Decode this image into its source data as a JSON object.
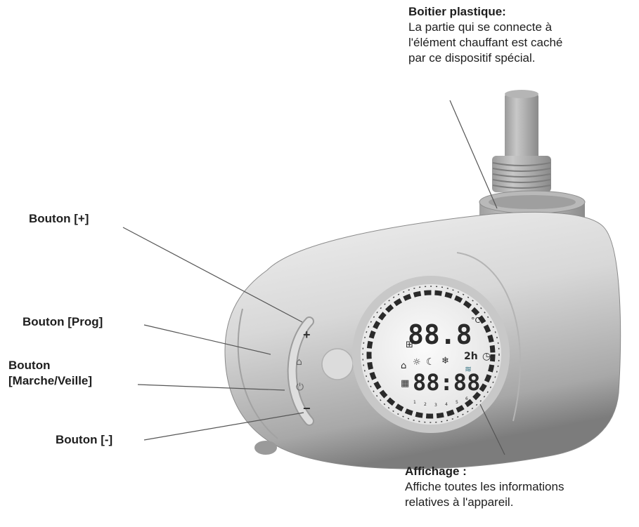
{
  "callouts": {
    "housing": {
      "title": "Boitier plastique:",
      "desc_lines": [
        "La partie qui se connecte à",
        "l'élément chauffant est caché",
        "par ce dispositif spécial."
      ]
    },
    "plus_button": {
      "label": "Bouton [+]"
    },
    "prog_button": {
      "label": "Bouton [Prog]"
    },
    "power_button": {
      "label_lines": [
        "Bouton",
        "[Marche/Veille]"
      ]
    },
    "minus_button": {
      "label": "Bouton [-]"
    },
    "display": {
      "title": "Affichage :",
      "desc_lines": [
        "Affiche toutes les informations",
        "relatives à l'appareil."
      ]
    }
  },
  "lcd": {
    "temperature": "88.8",
    "temp_unit": "°C",
    "time": "88:88",
    "mode_text": "2h",
    "icons": [
      "home-icon",
      "sun-icon",
      "moon-icon",
      "snowflake-icon",
      "clock-icon",
      "wifi-icon",
      "calendar-icon",
      "window-icon"
    ]
  },
  "buttons": {
    "plus_glyph": "+",
    "prog_glyph": "⌂",
    "power_glyph": "⏻",
    "minus_glyph": "−"
  },
  "colors": {
    "body_light": "#e6e6e6",
    "body_mid": "#c4c4c4",
    "body_dark": "#8e8e8e",
    "lcd_bg": "#f4f4f4",
    "lcd_segment": "#2a2a2a",
    "wifi_accent": "#2f6f7f",
    "leader_line": "#555555"
  }
}
